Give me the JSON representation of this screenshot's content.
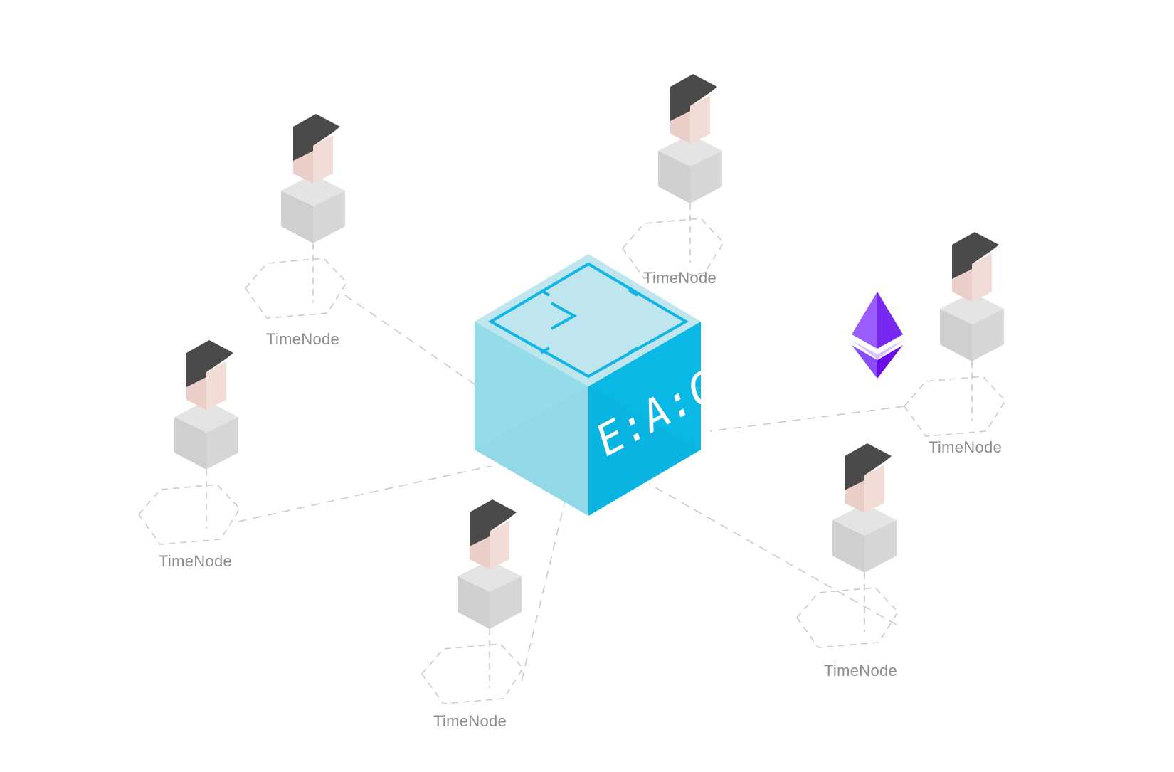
{
  "diagram": {
    "hub": {
      "label": "E:A:C",
      "icon": "alarm-clock-cube-icon",
      "colors": {
        "top": "#bfe5ee",
        "left": "#95dcea",
        "right": "#0ab8e6",
        "line": "#11b6e6",
        "text": "#ffffff"
      }
    },
    "ethereum_icon": {
      "icon": "ethereum-icon",
      "colors": {
        "light": "#8a4dfa",
        "dark": "#6a0be8",
        "stripe": "#d7c2ff"
      }
    },
    "nodes": [
      {
        "id": "upper-left",
        "label": "TimeNode",
        "icon": "person-icon"
      },
      {
        "id": "top-center",
        "label": "TimeNode",
        "icon": "person-icon"
      },
      {
        "id": "right",
        "label": "TimeNode",
        "icon": "person-icon"
      },
      {
        "id": "left",
        "label": "TimeNode",
        "icon": "person-icon"
      },
      {
        "id": "bottom-center",
        "label": "TimeNode",
        "icon": "person-icon"
      },
      {
        "id": "bottom-right",
        "label": "TimeNode",
        "icon": "person-icon"
      }
    ],
    "colors": {
      "hair": "#4a4a4a",
      "skin": "#f2ddd6",
      "skin_shadow": "#e9cfc7",
      "body_front": "#d6d6d6",
      "body_side": "#cfcfcf",
      "body_top": "#e4e4e4",
      "dash": "#c8c8c8",
      "label": "#8c8c8c"
    }
  }
}
